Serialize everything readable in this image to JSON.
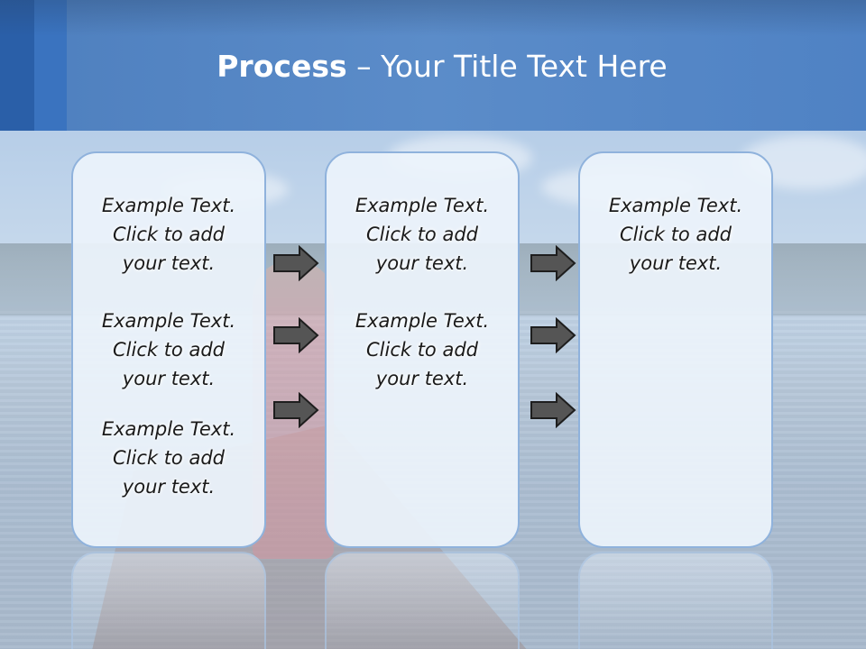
{
  "slide": {
    "title_bold": "Process",
    "title_rest": " – Your Title Text Here"
  },
  "panels": [
    {
      "blocks": [
        {
          "line1": "Example Text.",
          "line2": "Click  to add",
          "line3": "your text."
        },
        {
          "line1": "Example Text.",
          "line2": "Click  to add",
          "line3": "your text."
        },
        {
          "line1": "Example Text.",
          "line2": "Click  to add",
          "line3": "your text."
        }
      ]
    },
    {
      "blocks": [
        {
          "line1": "Example Text.",
          "line2": "Click  to add",
          "line3": "your text."
        },
        {
          "line1": "Example Text.",
          "line2": "Click  to add",
          "line3": "your text."
        }
      ]
    },
    {
      "blocks": [
        {
          "line1": "Example Text.",
          "line2": "Click  to add",
          "line3": "your text."
        }
      ]
    }
  ],
  "colors": {
    "header": "#5b8cc9",
    "panel_border": "#8fb2dc",
    "arrow_fill": "#555555"
  },
  "icons": {
    "arrow": "right-arrow-icon"
  }
}
